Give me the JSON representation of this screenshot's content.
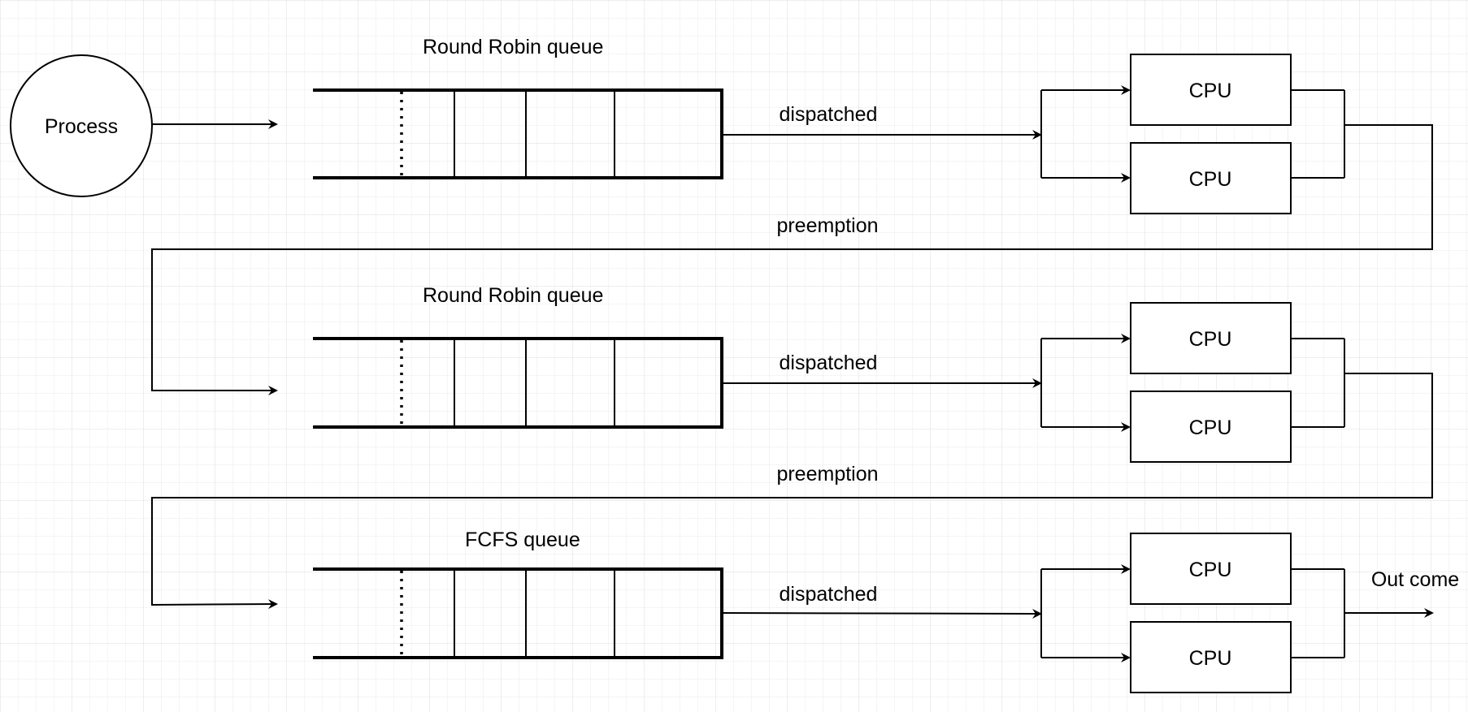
{
  "diagram": {
    "process_label": "Process",
    "queues": [
      {
        "title": "Round Robin queue",
        "dispatch_label": "dispatched",
        "cpus": [
          "CPU",
          "CPU"
        ],
        "feedback_label": "preemption"
      },
      {
        "title": "Round Robin queue",
        "dispatch_label": "dispatched",
        "cpus": [
          "CPU",
          "CPU"
        ],
        "feedback_label": "preemption"
      },
      {
        "title": "FCFS queue",
        "dispatch_label": "dispatched",
        "cpus": [
          "CPU",
          "CPU"
        ],
        "outcome_label": "Out come"
      }
    ]
  }
}
